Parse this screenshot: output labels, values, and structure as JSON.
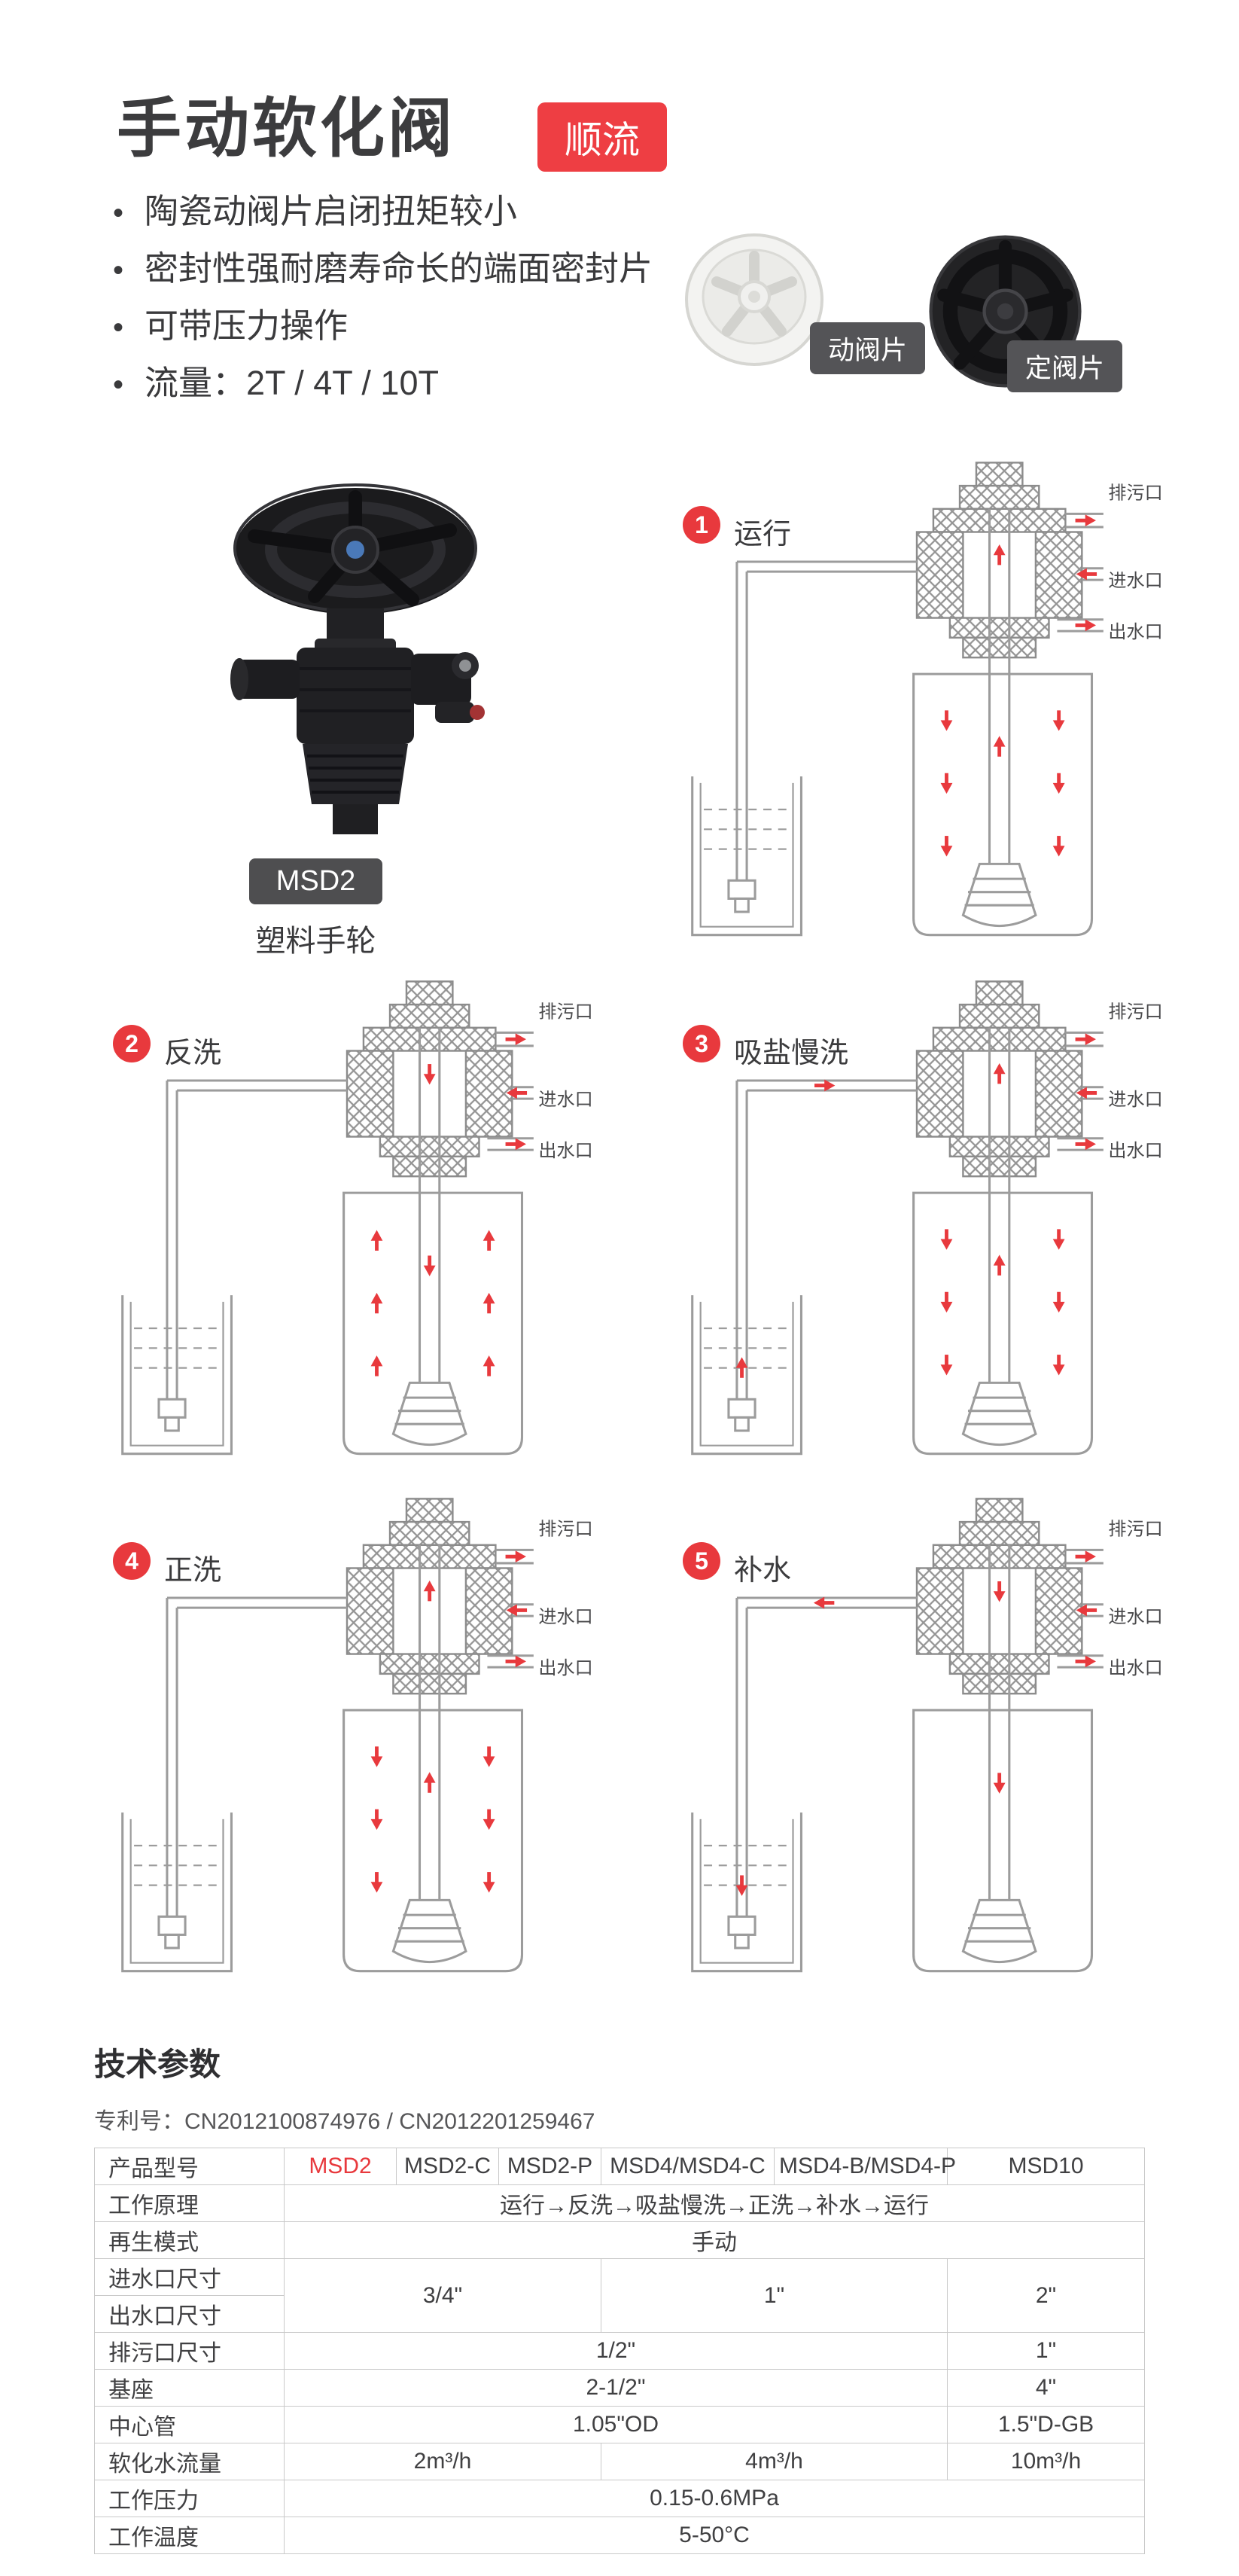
{
  "colors": {
    "accent_red": "#e8393d",
    "badge_gray": "#545457"
  },
  "page": {
    "title": "手动软化阀",
    "badge": "顺流",
    "features": [
      "陶瓷动阀片启闭扭矩较小",
      "密封性强耐磨寿命长的端面密封片",
      "可带压力操作",
      "流量：2T / 4T / 10T"
    ]
  },
  "discs": {
    "moving": "动阀片",
    "fixed": "定阀片"
  },
  "product": {
    "model": "MSD2",
    "caption": "塑料手轮"
  },
  "ports": {
    "drain": "排污口",
    "inlet": "进水口",
    "outlet": "出水口"
  },
  "diagrams": [
    {
      "num": "1",
      "title": "运行"
    },
    {
      "num": "2",
      "title": "反洗"
    },
    {
      "num": "3",
      "title": "吸盐慢洗"
    },
    {
      "num": "4",
      "title": "正洗"
    },
    {
      "num": "5",
      "title": "补水"
    }
  ],
  "specs": {
    "heading": "技术参数",
    "patent": "专利号：CN2012100874976 / CN2012201259467",
    "table": {
      "model_row": {
        "label": "产品型号",
        "models": [
          "MSD2",
          "MSD2-C",
          "MSD2-P",
          "MSD4/MSD4-C",
          "MSD4-B/MSD4-P",
          "MSD10"
        ]
      },
      "principle": {
        "label": "工作原理",
        "value": "运行→反洗→吸盐慢洗→正洗→补水→运行"
      },
      "regen": {
        "label": "再生模式",
        "value": "手动"
      },
      "inlet": {
        "label": "进水口尺寸"
      },
      "outlet": {
        "label": "出水口尺寸"
      },
      "inout_values": [
        "3/4\"",
        "1\"",
        "2\""
      ],
      "drain": {
        "label": "排污口尺寸",
        "values": [
          "1/2\"",
          "1\""
        ]
      },
      "base": {
        "label": "基座",
        "values": [
          "2-1/2\"",
          "4\""
        ]
      },
      "riser": {
        "label": "中心管",
        "values": [
          "1.05\"OD",
          "1.5\"D-GB"
        ]
      },
      "flow": {
        "label": "软化水流量",
        "values": [
          "2m³/h",
          "4m³/h",
          "10m³/h"
        ]
      },
      "pressure": {
        "label": "工作压力",
        "value": "0.15-0.6MPa"
      },
      "temperature": {
        "label": "工作温度",
        "value": "5-50°C"
      }
    }
  }
}
